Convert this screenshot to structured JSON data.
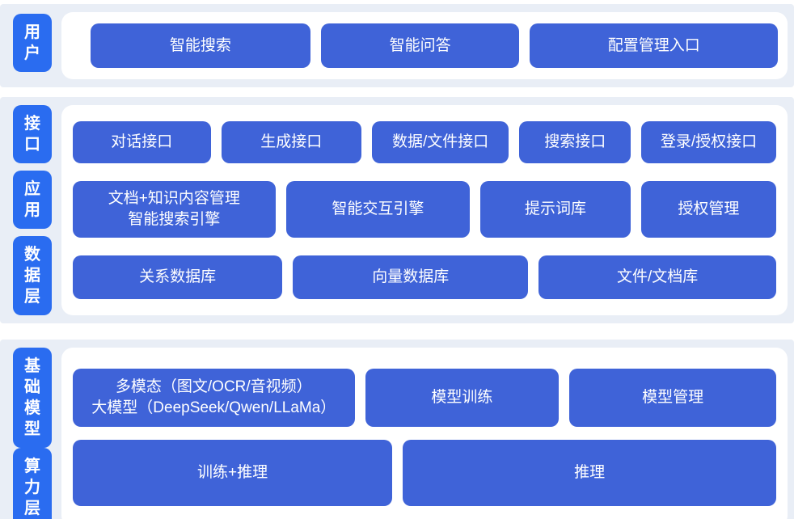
{
  "colors": {
    "band_bg": "#e9eef6",
    "panel_bg": "#ffffff",
    "label_bg": "#2a6cf0",
    "node_bg": "#3f63d8",
    "text_on_blue": "#ffffff"
  },
  "bands": [
    {
      "name": "user-layer-band",
      "labels": [
        {
          "name": "layer-label-user",
          "text": "用户"
        }
      ],
      "rows": [
        {
          "nodes": [
            {
              "name": "smart-search-node",
              "lines": [
                "智能搜索"
              ]
            },
            {
              "name": "smart-qa-node",
              "lines": [
                "智能问答"
              ]
            },
            {
              "name": "config-management-entry-node",
              "lines": [
                "配置管理入口"
              ]
            }
          ]
        }
      ]
    },
    {
      "name": "middle-layers-band",
      "labels": [
        {
          "name": "layer-label-interface",
          "text": "接口"
        },
        {
          "name": "layer-label-application",
          "text": "应用"
        },
        {
          "name": "layer-label-data",
          "text": "数据层"
        }
      ],
      "rows": [
        {
          "nodes": [
            {
              "name": "dialog-api-node",
              "lines": [
                "对话接口"
              ]
            },
            {
              "name": "generation-api-node",
              "lines": [
                "生成接口"
              ]
            },
            {
              "name": "data-file-api-node",
              "lines": [
                "数据/文件接口"
              ]
            },
            {
              "name": "search-api-node",
              "lines": [
                "搜索接口"
              ]
            },
            {
              "name": "login-auth-api-node",
              "lines": [
                "登录/授权接口"
              ]
            }
          ]
        },
        {
          "nodes": [
            {
              "name": "doc-knowledge-search-engine-node",
              "lines": [
                "文档+知识内容管理",
                "智能搜索引擎"
              ]
            },
            {
              "name": "smart-interaction-engine-node",
              "lines": [
                "智能交互引擎"
              ]
            },
            {
              "name": "prompt-library-node",
              "lines": [
                "提示词库"
              ]
            },
            {
              "name": "authorization-management-node",
              "lines": [
                "授权管理"
              ]
            }
          ]
        },
        {
          "nodes": [
            {
              "name": "relational-database-node",
              "lines": [
                "关系数据库"
              ]
            },
            {
              "name": "vector-database-node",
              "lines": [
                "向量数据库"
              ]
            },
            {
              "name": "file-document-store-node",
              "lines": [
                "文件/文档库"
              ]
            }
          ]
        }
      ]
    },
    {
      "name": "foundation-compute-band",
      "labels": [
        {
          "name": "layer-label-foundation-model",
          "text": "基础模型"
        },
        {
          "name": "layer-label-compute",
          "text": "算力层"
        }
      ],
      "rows": [
        {
          "nodes": [
            {
              "name": "multimodal-llm-node",
              "lines": [
                "多模态（图文/OCR/音视频）",
                "大模型（DeepSeek/Qwen/LLaMa）"
              ]
            },
            {
              "name": "model-training-node",
              "lines": [
                "模型训练"
              ]
            },
            {
              "name": "model-management-node",
              "lines": [
                "模型管理"
              ]
            }
          ]
        },
        {
          "nodes": [
            {
              "name": "training-inference-node",
              "lines": [
                "训练+推理"
              ]
            },
            {
              "name": "inference-node",
              "lines": [
                "推理"
              ]
            }
          ]
        }
      ]
    }
  ]
}
